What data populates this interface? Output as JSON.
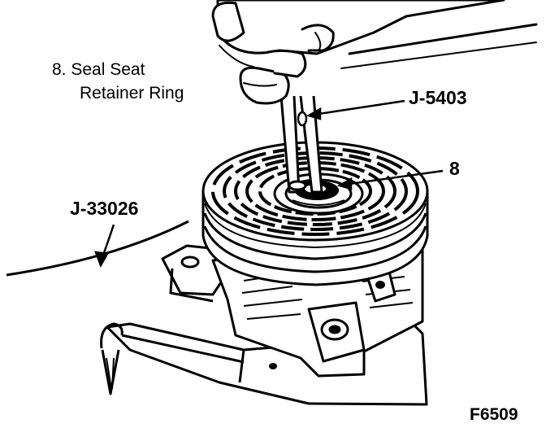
{
  "legend": {
    "line1": "8. Seal Seat",
    "line2": "Retainer Ring"
  },
  "callouts": {
    "tool_remover": "J-5403",
    "item_number": "8",
    "tool_fixture": "J-33026"
  },
  "figure_code": "F6509",
  "colors": {
    "ink": "#000000",
    "paper": "#ffffff"
  }
}
